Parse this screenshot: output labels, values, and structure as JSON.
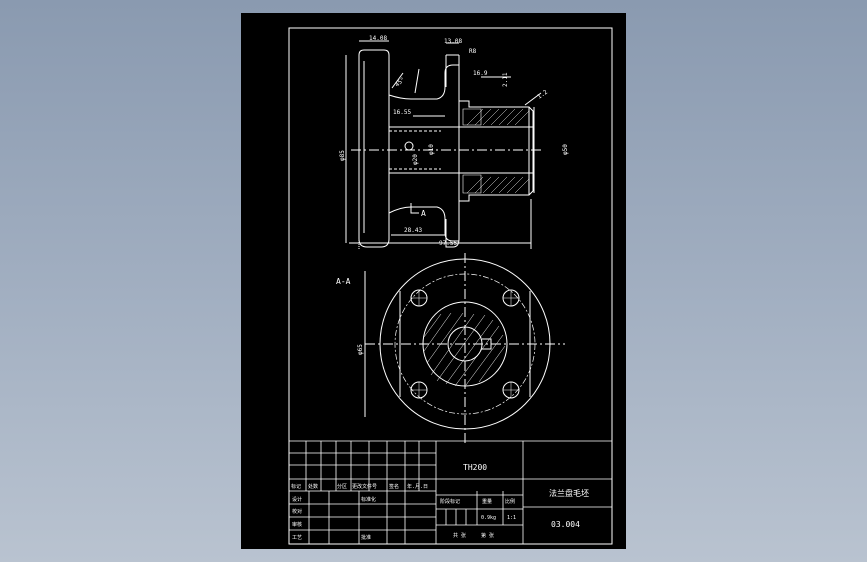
{
  "drawing": {
    "dimensions": {
      "flange_thickness": "14.08",
      "hub_step": "13.08",
      "radius": "R8",
      "hub_len": "16.9",
      "key_depth": "2.11",
      "chamfer_angle": "45°",
      "chamfer_right": "1.2",
      "bore_offset": "16.55",
      "small_dia": "φ10",
      "overall_dia": "φ85",
      "bore_dia": "φ20",
      "hub_dia": "φ50",
      "pitch_len": "28.43",
      "overall_len": "97.55",
      "section_pitch": "φ65"
    },
    "section_marker": "A",
    "section_title": "A-A"
  },
  "title_block": {
    "project_code": "TH200",
    "part_name": "法兰盘毛坯",
    "drawing_no": "03.004",
    "scale": "1:1",
    "weight": "0.9kg",
    "col_headers": {
      "mark": "标记",
      "count": "处数",
      "zone": "分区",
      "change_doc": "更改文件号",
      "sign": "签名",
      "date": "年.月.日"
    },
    "roles": {
      "designer": "设计",
      "checker": "校对",
      "reviewer": "审核",
      "craft": "工艺"
    },
    "std_label": "标准化",
    "approve_label": "批准",
    "stage_label": "阶段标记",
    "weight_label": "重量",
    "scale_label": "比例",
    "sheet_total": "共 张",
    "sheet_no": "第 张"
  }
}
